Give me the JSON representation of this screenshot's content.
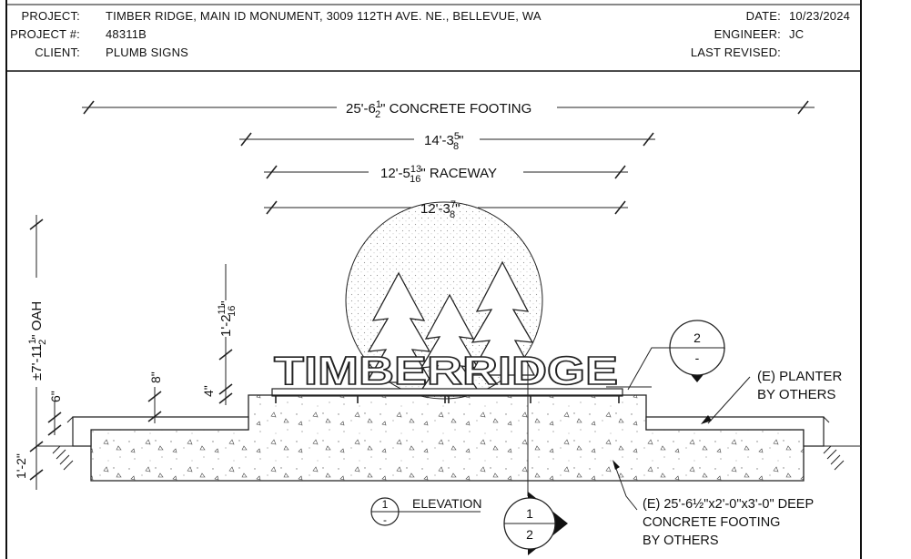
{
  "title_block": {
    "project_label": "PROJECT:",
    "project_value": "TIMBER RIDGE, MAIN ID MONUMENT, 3009 112TH AVE. NE., BELLEVUE, WA",
    "project_no_label": "PROJECT #:",
    "project_no_value": "48311B",
    "client_label": "CLIENT:",
    "client_value": "PLUMB SIGNS",
    "date_label": "DATE:",
    "date_value": "10/23/2024",
    "engineer_label": "ENGINEER:",
    "engineer_value": "JC",
    "last_revised_label": "LAST REVISED:",
    "last_revised_value": ""
  },
  "dimensions": {
    "footing": {
      "main": "25'-6",
      "num": "1",
      "den": "2",
      "suffix": "\" CONCRETE FOOTING"
    },
    "overall": {
      "main": "14'-3",
      "num": "5",
      "den": "8",
      "suffix": "\""
    },
    "raceway": {
      "main": "12'-5",
      "num": "13",
      "den": "16",
      "suffix": "\" RACEWAY"
    },
    "letters": {
      "main": "12'-3",
      "num": "7",
      "den": "8",
      "suffix": "\""
    },
    "oah": {
      "main": "±7'-11",
      "num": "1",
      "den": "2",
      "suffix": "\" OAH"
    },
    "letter_height": {
      "main": "1'-2",
      "num": "11",
      "den": "16",
      "suffix": "\""
    },
    "raceway_height": "4\"",
    "planter_step": "8\"",
    "planter_curb": "6\"",
    "footing_depth": "1'-2\""
  },
  "sign": {
    "lettering": "TIMBERRIDGE"
  },
  "callouts": {
    "planter": [
      "(E) PLANTER",
      "BY OTHERS"
    ],
    "footing": [
      "(E) 25'-6½\"x2'-0\"x3'-0\" DEEP",
      "CONCRETE FOOTING",
      "BY OTHERS"
    ]
  },
  "detail_tag": {
    "top": "2",
    "bottom": "-"
  },
  "elevation_tag": {
    "number": "1",
    "sheet": "-",
    "title": "ELEVATION"
  },
  "section_tag": {
    "top": "1",
    "bottom": "2"
  },
  "colors": {
    "line": "#111111",
    "fill_dots": "#9a9a9a"
  }
}
